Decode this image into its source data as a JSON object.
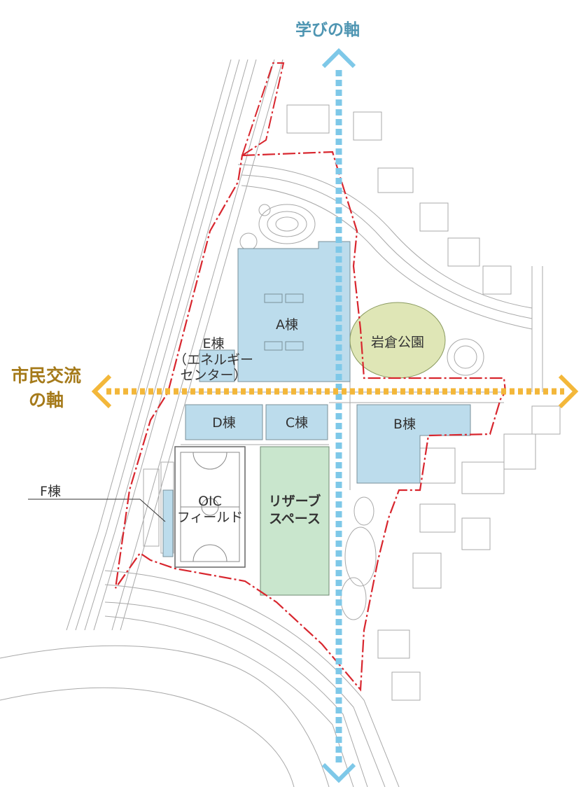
{
  "axes": {
    "learning": {
      "title": "学びの軸",
      "color": "#4e95b2",
      "arrow_color": "#7ec8e8"
    },
    "civic": {
      "title_line1": "市民交流",
      "title_line2": "の軸",
      "color": "#a57a1a",
      "arrow_color": "#f3b73a"
    }
  },
  "buildings": {
    "a": "A棟",
    "b": "B棟",
    "c": "C棟",
    "d": "D棟",
    "e_line1": "E棟",
    "e_line2": "（エネルギー",
    "e_line3": "センター）",
    "f": "F棟"
  },
  "areas": {
    "oic_line1": "OIC",
    "oic_line2": "フィールド",
    "reserve_line1": "リザーブ",
    "reserve_line2": "スペース",
    "park": "岩倉公園"
  },
  "colors": {
    "building_fill": "#bcdcec",
    "reserve_fill": "#c9e6cd",
    "park_fill": "#dfe6b6",
    "boundary": "#d8262e",
    "line": "#9a9a9a"
  }
}
